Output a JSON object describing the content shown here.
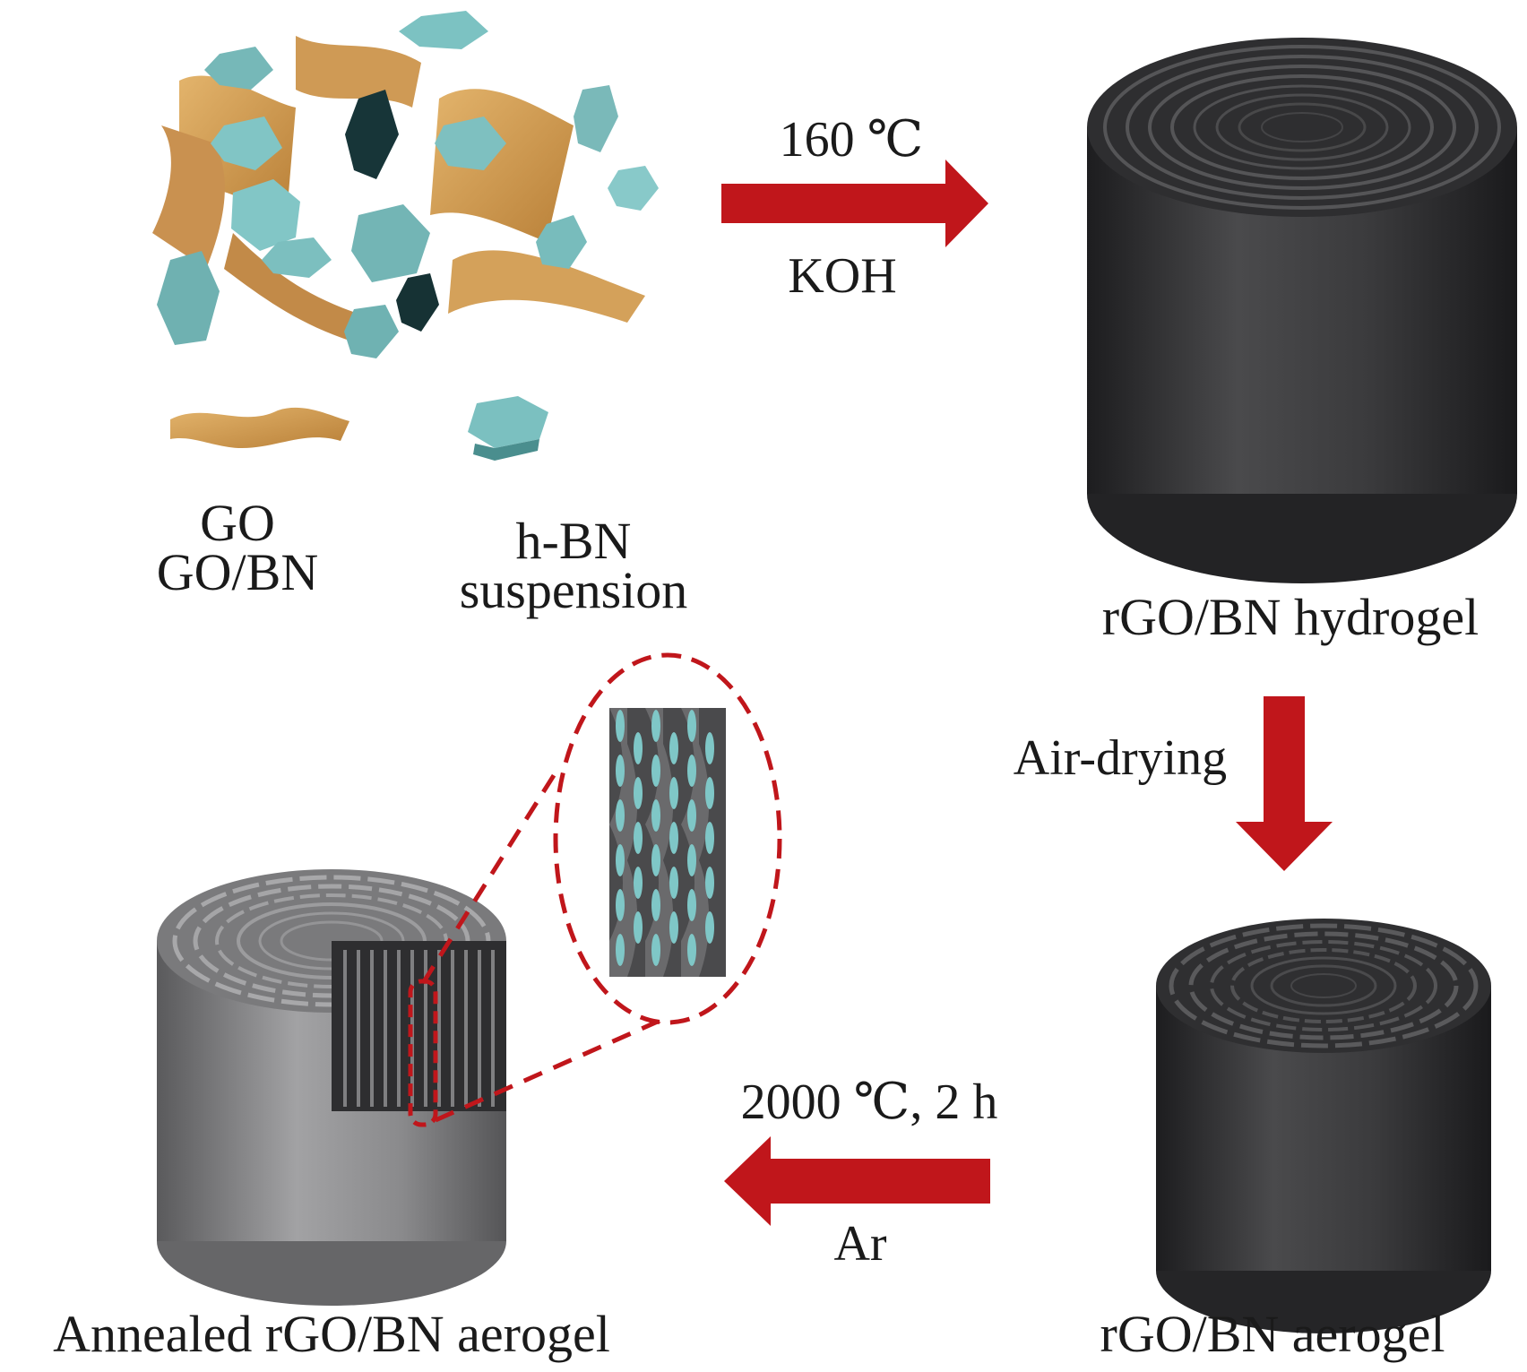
{
  "diagram": {
    "steps": {
      "suspension": {
        "label_go_line1": "GO",
        "label_go_line2": "GO/BN",
        "label_bn_line1": "h-BN",
        "label_bn_line2": "suspension"
      },
      "hydrogel": {
        "label": "rGO/BN hydrogel"
      },
      "aerogel": {
        "label": "rGO/BN aerogel"
      },
      "annealed": {
        "label": "Annealed rGO/BN aerogel"
      }
    },
    "arrows": {
      "hydrothermal": {
        "above": "160 ℃",
        "below": "KOH"
      },
      "drying": {
        "label": "Air-drying"
      },
      "annealing": {
        "above": "2000 ℃, 2 h",
        "below": "Ar"
      }
    },
    "colors": {
      "arrow": "#c0161b",
      "go_sheet": "#d9a55a",
      "bn_flake": "#78bcbc",
      "hydrogel": "#3a3a3c",
      "aerogel": "#3d3d3f",
      "annealed": "#8a8a8c",
      "zoom_outline": "#c0161b"
    }
  }
}
